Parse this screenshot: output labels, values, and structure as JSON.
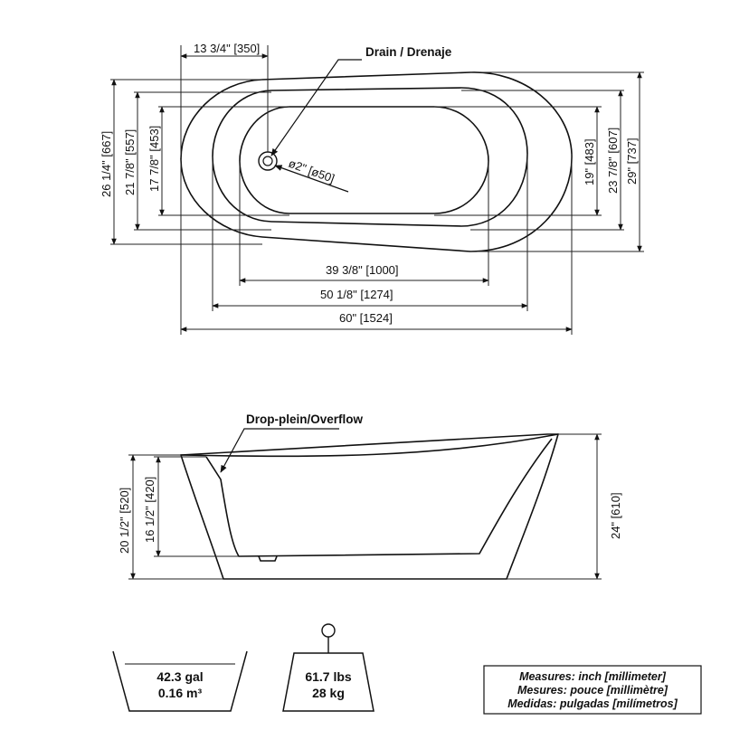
{
  "top_view": {
    "drain_label": "Drain / Drenaje",
    "drain_offset": "13 3/4\" [350]",
    "drain_diameter": "ø2\" [ø50]",
    "height_outer": "26 1/4\" [667]",
    "height_middle": "21 7/8\" [557]",
    "height_inner": "17 7/8\" [453]",
    "right_inner": "19\" [483]",
    "right_middle": "23 7/8\" [607]",
    "right_outer": "29\" [737]",
    "length_inner": "39 3/8\" [1000]",
    "length_middle": "50 1/8\" [1274]",
    "length_outer": "60\" [1524]"
  },
  "side_view": {
    "overflow_label": "Drop-plein/Overflow",
    "left_outer_height": "20 1/2\" [520]",
    "left_inner_height": "16 1/2\" [420]",
    "right_height": "24\" [610]"
  },
  "specs": {
    "capacity_gal": "42.3 gal",
    "capacity_m3": "0.16 m³",
    "weight_lbs": "61.7 lbs",
    "weight_kg": "28 kg"
  },
  "legend": {
    "line1": "Measures: inch [millimeter]",
    "line2": "Mesures: pouce [millimètre]",
    "line3": "Medidas: pulgadas [milímetros]"
  }
}
